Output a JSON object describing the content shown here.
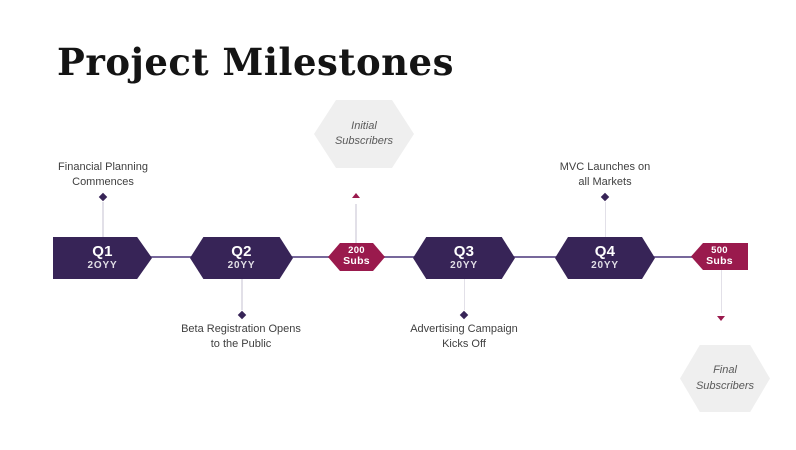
{
  "slide": {
    "title": "Project Milestones"
  },
  "colors": {
    "milestone_purple": "#372457",
    "milestone_maroon": "#9a1a4d",
    "callout_fill": "#efefef",
    "connector_line": "#77689b",
    "leader_line": "#e2e0e8",
    "annotation_text": "#3f3f3f",
    "callout_text": "#595959"
  },
  "milestones": [
    {
      "line1": "Q1",
      "line2": "2OYY"
    },
    {
      "line1": "Q2",
      "line2": "20YY"
    },
    {
      "line1": "200",
      "line2": "Subs"
    },
    {
      "line1": "Q3",
      "line2": "20YY"
    },
    {
      "line1": "Q4",
      "line2": "20YY"
    },
    {
      "line1": "500",
      "line2": "Subs"
    }
  ],
  "annotations": {
    "financial": "Financial Planning\nCommences",
    "beta": "Beta Registration Opens\nto the Public",
    "advertising": "Advertising Campaign\nKicks Off",
    "mvc": "MVC Launches on\nall Markets",
    "initial_subscribers": "Initial\nSubscribers",
    "final_subscribers": "Final\nSubscribers"
  }
}
